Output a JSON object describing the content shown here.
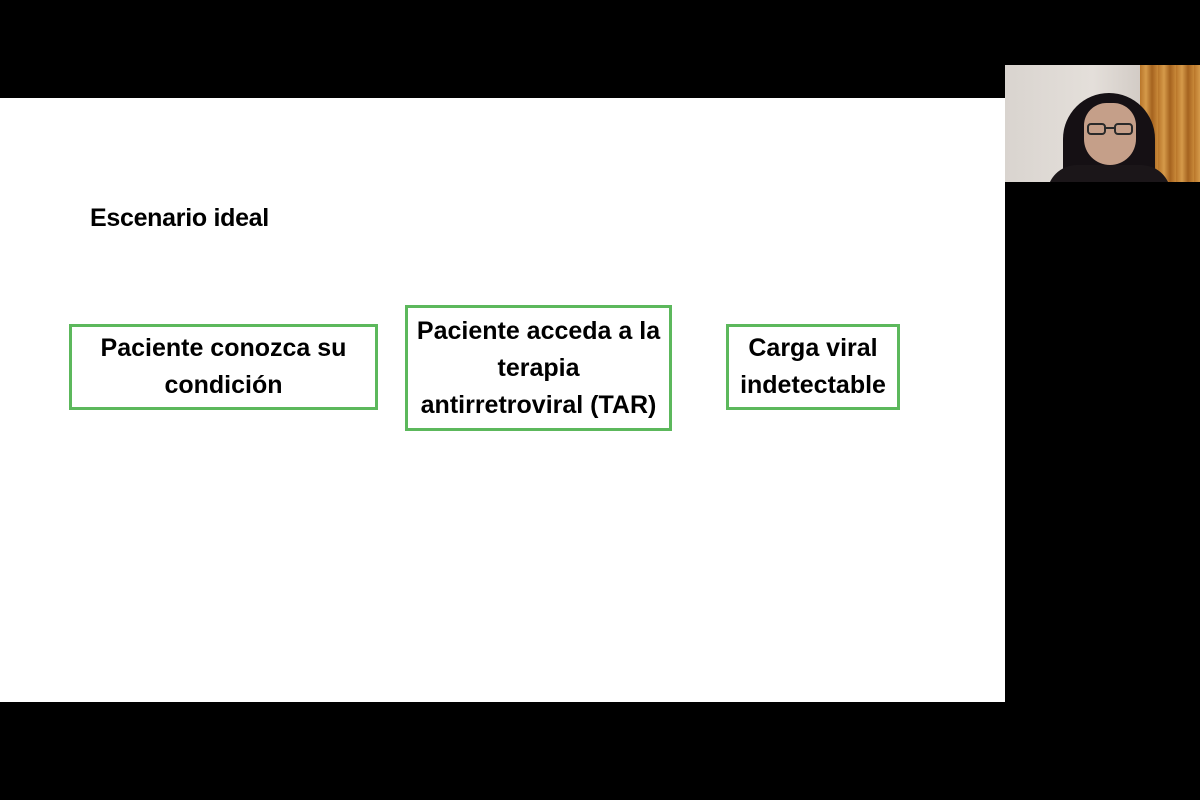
{
  "slide": {
    "title": "Escenario ideal",
    "boxes": [
      {
        "lines": [
          "Paciente conozca su",
          "condición"
        ]
      },
      {
        "lines": [
          "Paciente acceda a la",
          "terapia",
          "antirretroviral (TAR)"
        ]
      },
      {
        "lines": [
          "Carga viral",
          "indetectable"
        ]
      }
    ],
    "box_border_color": "#5cb85c"
  },
  "video_tile": {
    "icon": "participant-video"
  }
}
